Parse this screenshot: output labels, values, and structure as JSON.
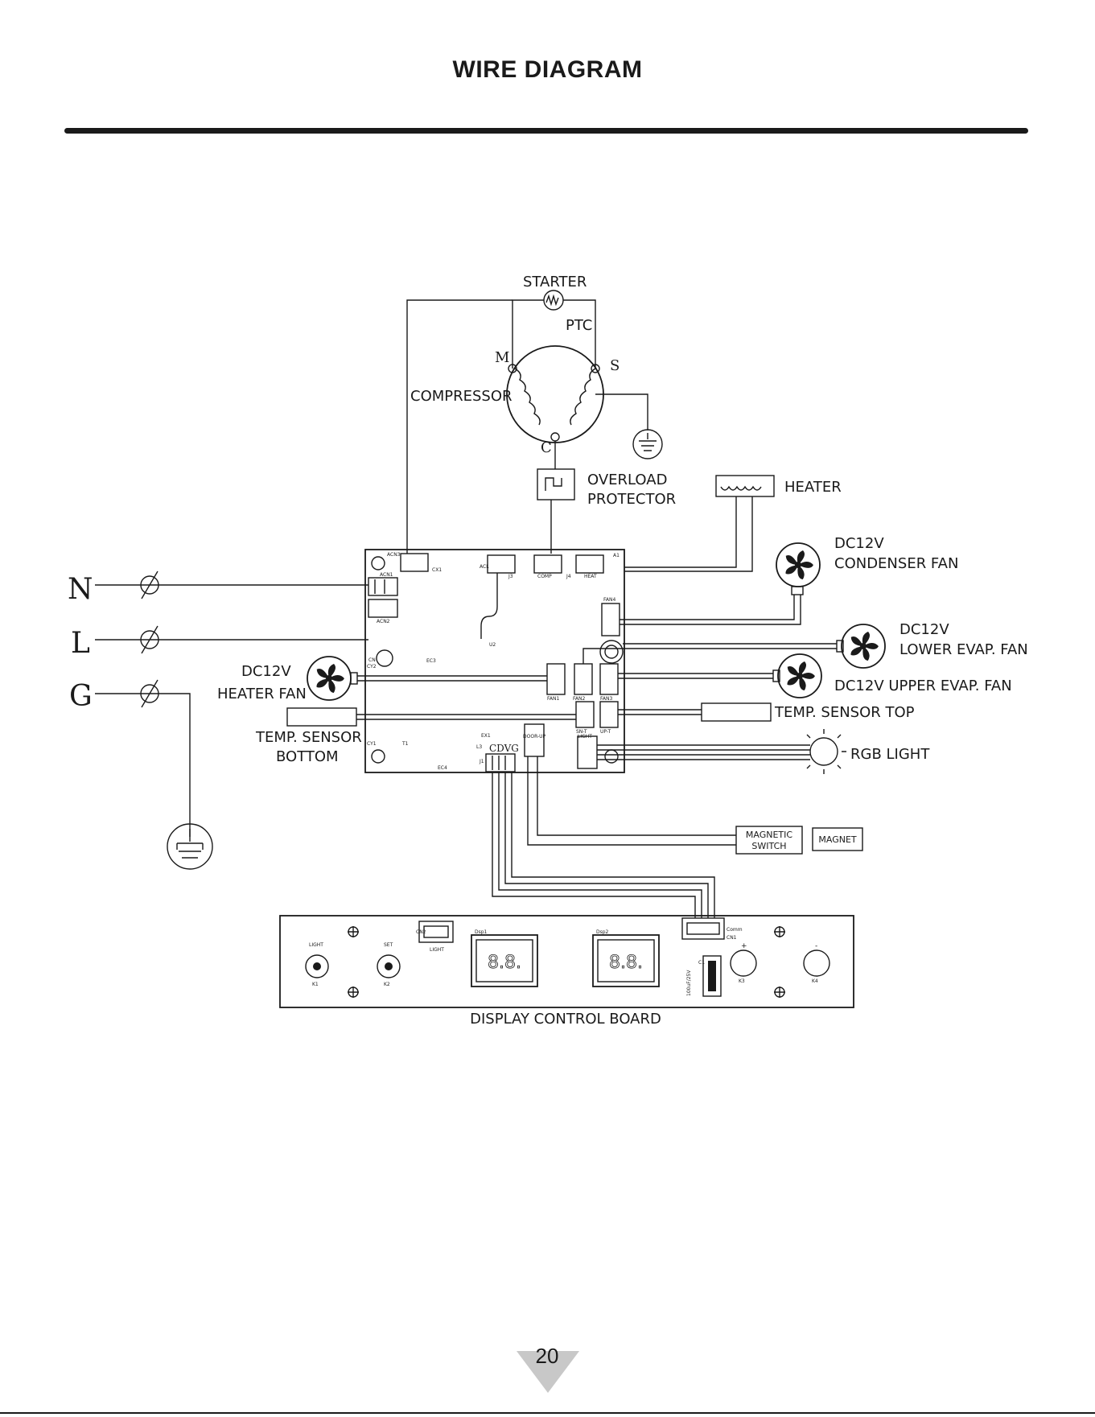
{
  "header": {
    "title": "WIRE DIAGRAM"
  },
  "page_number": "20",
  "terminals": {
    "n": "N",
    "l": "L",
    "g": "G"
  },
  "compressor_unit": {
    "starter": "STARTER",
    "ptc": "PTC",
    "m": "M",
    "s": "S",
    "c": "C",
    "compressor": "COMPRESSOR",
    "overload_1": "OVERLOAD",
    "overload_2": "PROTECTOR"
  },
  "components": {
    "heater": "HEATER",
    "condenser_fan_1": "DC12V",
    "condenser_fan_2": "CONDENSER FAN",
    "lower_fan_1": "DC12V",
    "lower_fan_2": "LOWER EVAP. FAN",
    "upper_fan": "DC12V UPPER EVAP. FAN",
    "heater_fan_1": "DC12V",
    "heater_fan_2": "HEATER FAN",
    "sensor_top": "TEMP. SENSOR  TOP",
    "sensor_bottom_1": "TEMP. SENSOR",
    "sensor_bottom_2": "BOTTOM",
    "rgb_light": "RGB LIGHT",
    "magnetic_switch_1": "MAGNETIC",
    "magnetic_switch_2": "SWITCH",
    "magnet": "MAGNET"
  },
  "main_board": {
    "acn3": "ACN3",
    "acn1": "ACN1",
    "acn2": "ACN2",
    "cx1": "CX1",
    "acl": "ACL",
    "j3": "J3",
    "comp": "COMP",
    "j4": "J4",
    "heat": "HEAT",
    "a1": "A1",
    "fan4": "FAN4",
    "u2": "U2",
    "ec3": "EC3",
    "cn": "CN",
    "cy2": "CY2",
    "fan1": "FAN1",
    "fan2": "FAN2",
    "fan3": "FAN3",
    "snt": "SN-T",
    "upt": "UP-T",
    "light": "LIGHT",
    "ex1": "EX1",
    "doorup": "DOOR-UP",
    "l3": "L3",
    "cdvg": "CDVG",
    "j1": "J1",
    "cy1": "CY1",
    "t1": "T1",
    "ec4": "EC4"
  },
  "display_board": {
    "label": "DISPLAY CONTROL BOARD",
    "light": "LIGHT",
    "k1": "K1",
    "set": "SET",
    "k2": "K2",
    "cn2": "CN2",
    "light2": "LIGHT",
    "dsp1": "Dsp1",
    "dsp2": "Dsp2",
    "digits1": "8.8.",
    "digits2": "8.8.",
    "comm": "Comm",
    "cn1": "CN1",
    "cap": "100uF/25V",
    "c1": "C1",
    "k3": "K3",
    "k4": "K4",
    "plus": "+",
    "minus": "-"
  }
}
